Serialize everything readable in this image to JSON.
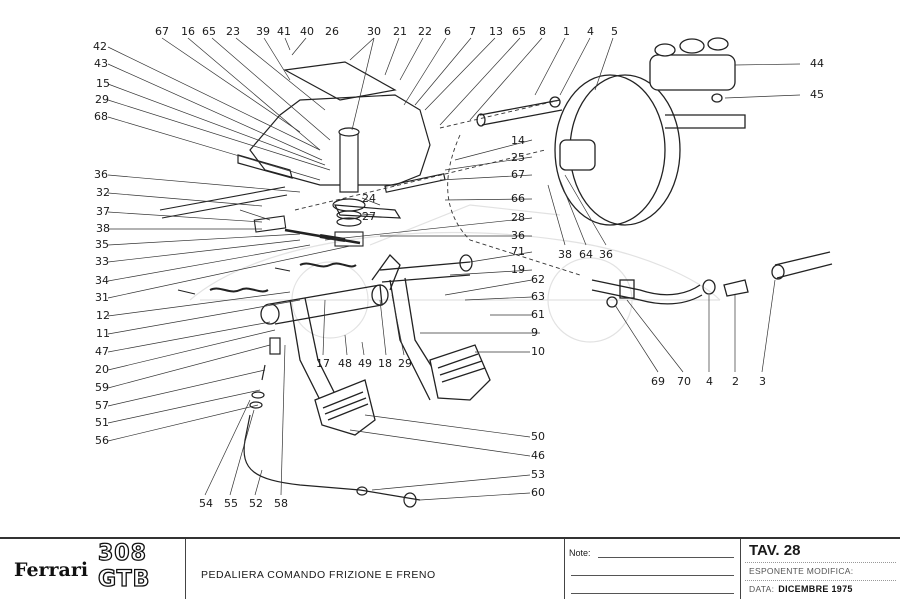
{
  "sheet": {
    "brand": "Ferrari",
    "model_line1": "308",
    "model_line2": "GTB",
    "title": "PEDALIERA COMANDO FRIZIONE E FRENO",
    "notes_label": "Note:",
    "table_label": "TAV. 28",
    "revision_label": "ESPONENTE MODIFICA:",
    "date_label": "DATA:",
    "date_value": "DICEMBRE 1975"
  },
  "callouts": {
    "top": [
      "67",
      "16",
      "65",
      "23",
      "39",
      "41",
      "40",
      "26",
      "30",
      "21",
      "22",
      "6",
      "7",
      "13",
      "65",
      "8",
      "1",
      "4",
      "5"
    ],
    "left": [
      "42",
      "43",
      "15",
      "29",
      "68",
      "36",
      "32",
      "37",
      "38",
      "35",
      "33",
      "34",
      "31",
      "12",
      "11",
      "47",
      "20",
      "59",
      "57",
      "51",
      "56"
    ],
    "bottom_left": [
      "54",
      "55",
      "52",
      "58"
    ],
    "center": [
      "24",
      "27",
      "17",
      "48",
      "49",
      "18",
      "29"
    ],
    "right_column": [
      "14",
      "25",
      "67",
      "66",
      "28",
      "36",
      "71",
      "19",
      "62",
      "63",
      "61",
      "9",
      "10",
      "50",
      "46",
      "53",
      "60"
    ],
    "booster": [
      "38",
      "64",
      "36"
    ],
    "reservoir": [
      "44",
      "45"
    ],
    "hose": [
      "69",
      "70",
      "4",
      "2",
      "3"
    ]
  }
}
